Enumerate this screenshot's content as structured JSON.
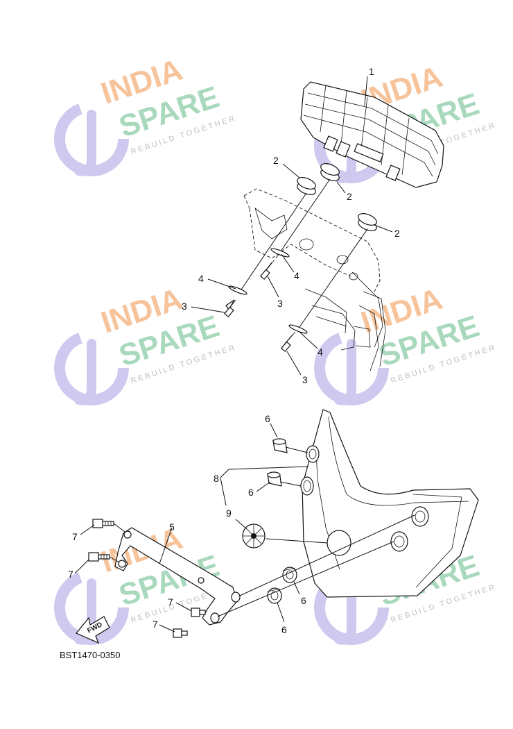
{
  "watermark": {
    "line1": "INDIA",
    "line2": "SPARE",
    "tagline": "REBUILD TOGETHER",
    "colors": {
      "orange": "#f6c39a",
      "green": "#a9d9bd",
      "purple": "#cfc8ef",
      "gray": "#bdbdbd"
    }
  },
  "callouts": {
    "c1": "1",
    "c2a": "2",
    "c2b": "2",
    "c2c": "2",
    "c3a": "3",
    "c3b": "3",
    "c3c": "3",
    "c4a": "4",
    "c4b": "4",
    "c4c": "4",
    "c5": "5",
    "c6a": "6",
    "c6b": "6",
    "c6c": "6",
    "c6d": "6",
    "c7a": "7",
    "c7b": "7",
    "c7c": "7",
    "c7d": "7",
    "c8": "8",
    "c9": "9"
  },
  "fwd_label": "FWD",
  "drawing_code": "BST1470-0350"
}
